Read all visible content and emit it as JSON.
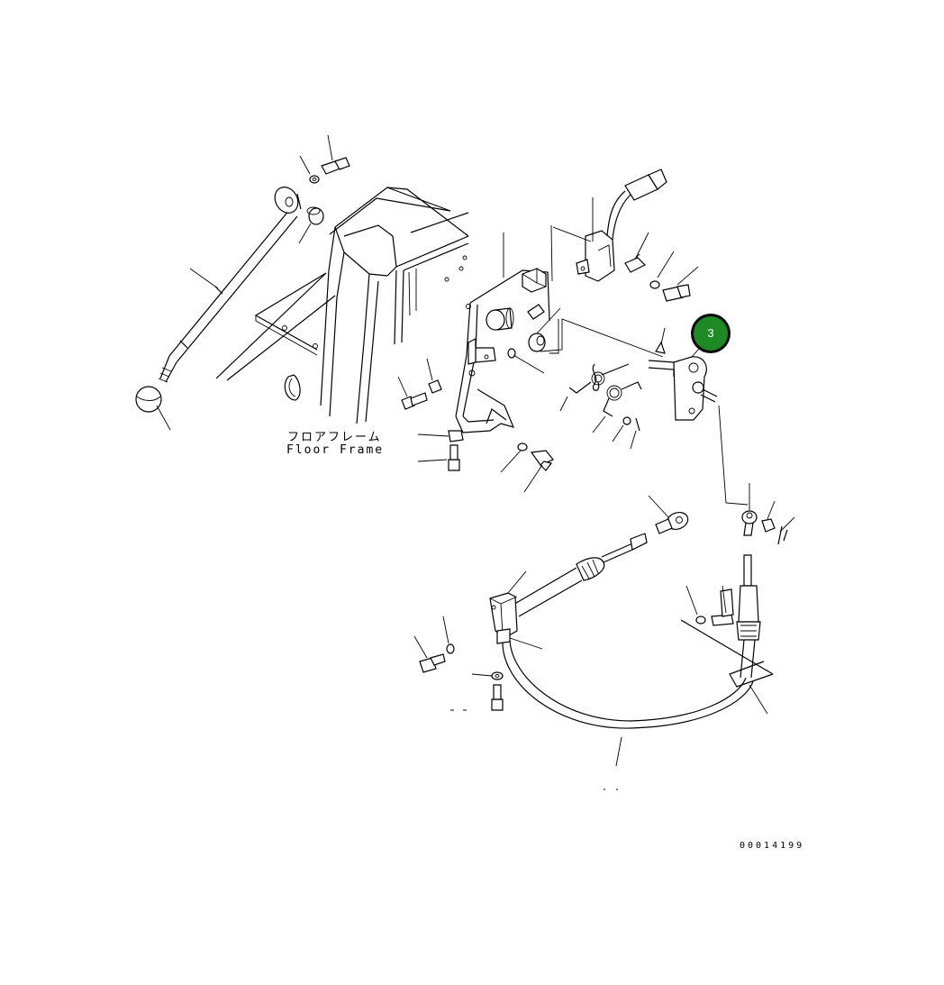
{
  "labels": {
    "floor_frame_jp": "フロアフレーム",
    "floor_frame_en": "Floor Frame",
    "drawing_code": "00014199"
  },
  "callout": {
    "number": "3",
    "fill_color": "#1e8a24",
    "ring_color": "#0a0a0a"
  },
  "colors": {
    "line": "#000000",
    "background": "#ffffff"
  }
}
